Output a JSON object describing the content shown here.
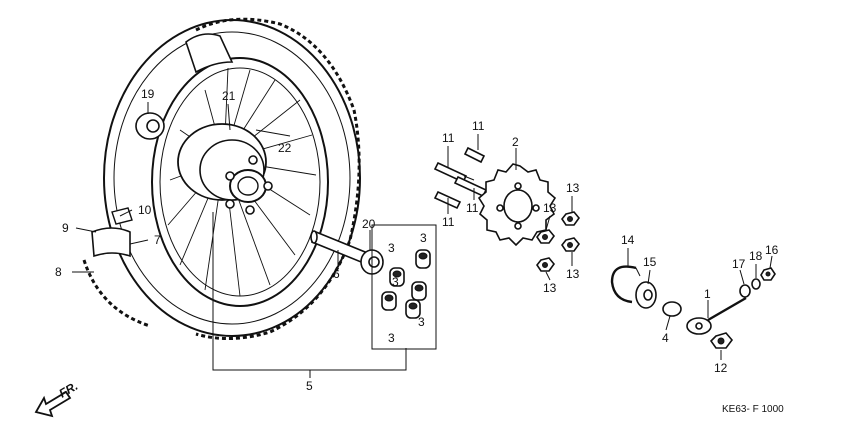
{
  "callouts": [
    {
      "id": "c1",
      "text": "1"
    },
    {
      "id": "c2",
      "text": "2"
    },
    {
      "id": "c3a",
      "text": "3"
    },
    {
      "id": "c3b",
      "text": "3"
    },
    {
      "id": "c3c",
      "text": "3"
    },
    {
      "id": "c3d",
      "text": "3"
    },
    {
      "id": "c3e",
      "text": "3"
    },
    {
      "id": "c4",
      "text": "4"
    },
    {
      "id": "c5",
      "text": "5"
    },
    {
      "id": "c6",
      "text": "6"
    },
    {
      "id": "c7",
      "text": "7"
    },
    {
      "id": "c8",
      "text": "8"
    },
    {
      "id": "c9",
      "text": "9"
    },
    {
      "id": "c10",
      "text": "10"
    },
    {
      "id": "c11a",
      "text": "11"
    },
    {
      "id": "c11b",
      "text": "11"
    },
    {
      "id": "c11c",
      "text": "11"
    },
    {
      "id": "c11d",
      "text": "11"
    },
    {
      "id": "c12",
      "text": "12"
    },
    {
      "id": "c13a",
      "text": "13"
    },
    {
      "id": "c13b",
      "text": "13"
    },
    {
      "id": "c13c",
      "text": "13"
    },
    {
      "id": "c13d",
      "text": "13"
    },
    {
      "id": "c14",
      "text": "14"
    },
    {
      "id": "c15",
      "text": "15"
    },
    {
      "id": "c16",
      "text": "16"
    },
    {
      "id": "c17",
      "text": "17"
    },
    {
      "id": "c18",
      "text": "18"
    },
    {
      "id": "c19",
      "text": "19"
    },
    {
      "id": "c20",
      "text": "20"
    },
    {
      "id": "c21",
      "text": "21"
    },
    {
      "id": "c22",
      "text": "22"
    }
  ],
  "direction_label": "FR.",
  "figure_code": "KE63- F 1000"
}
